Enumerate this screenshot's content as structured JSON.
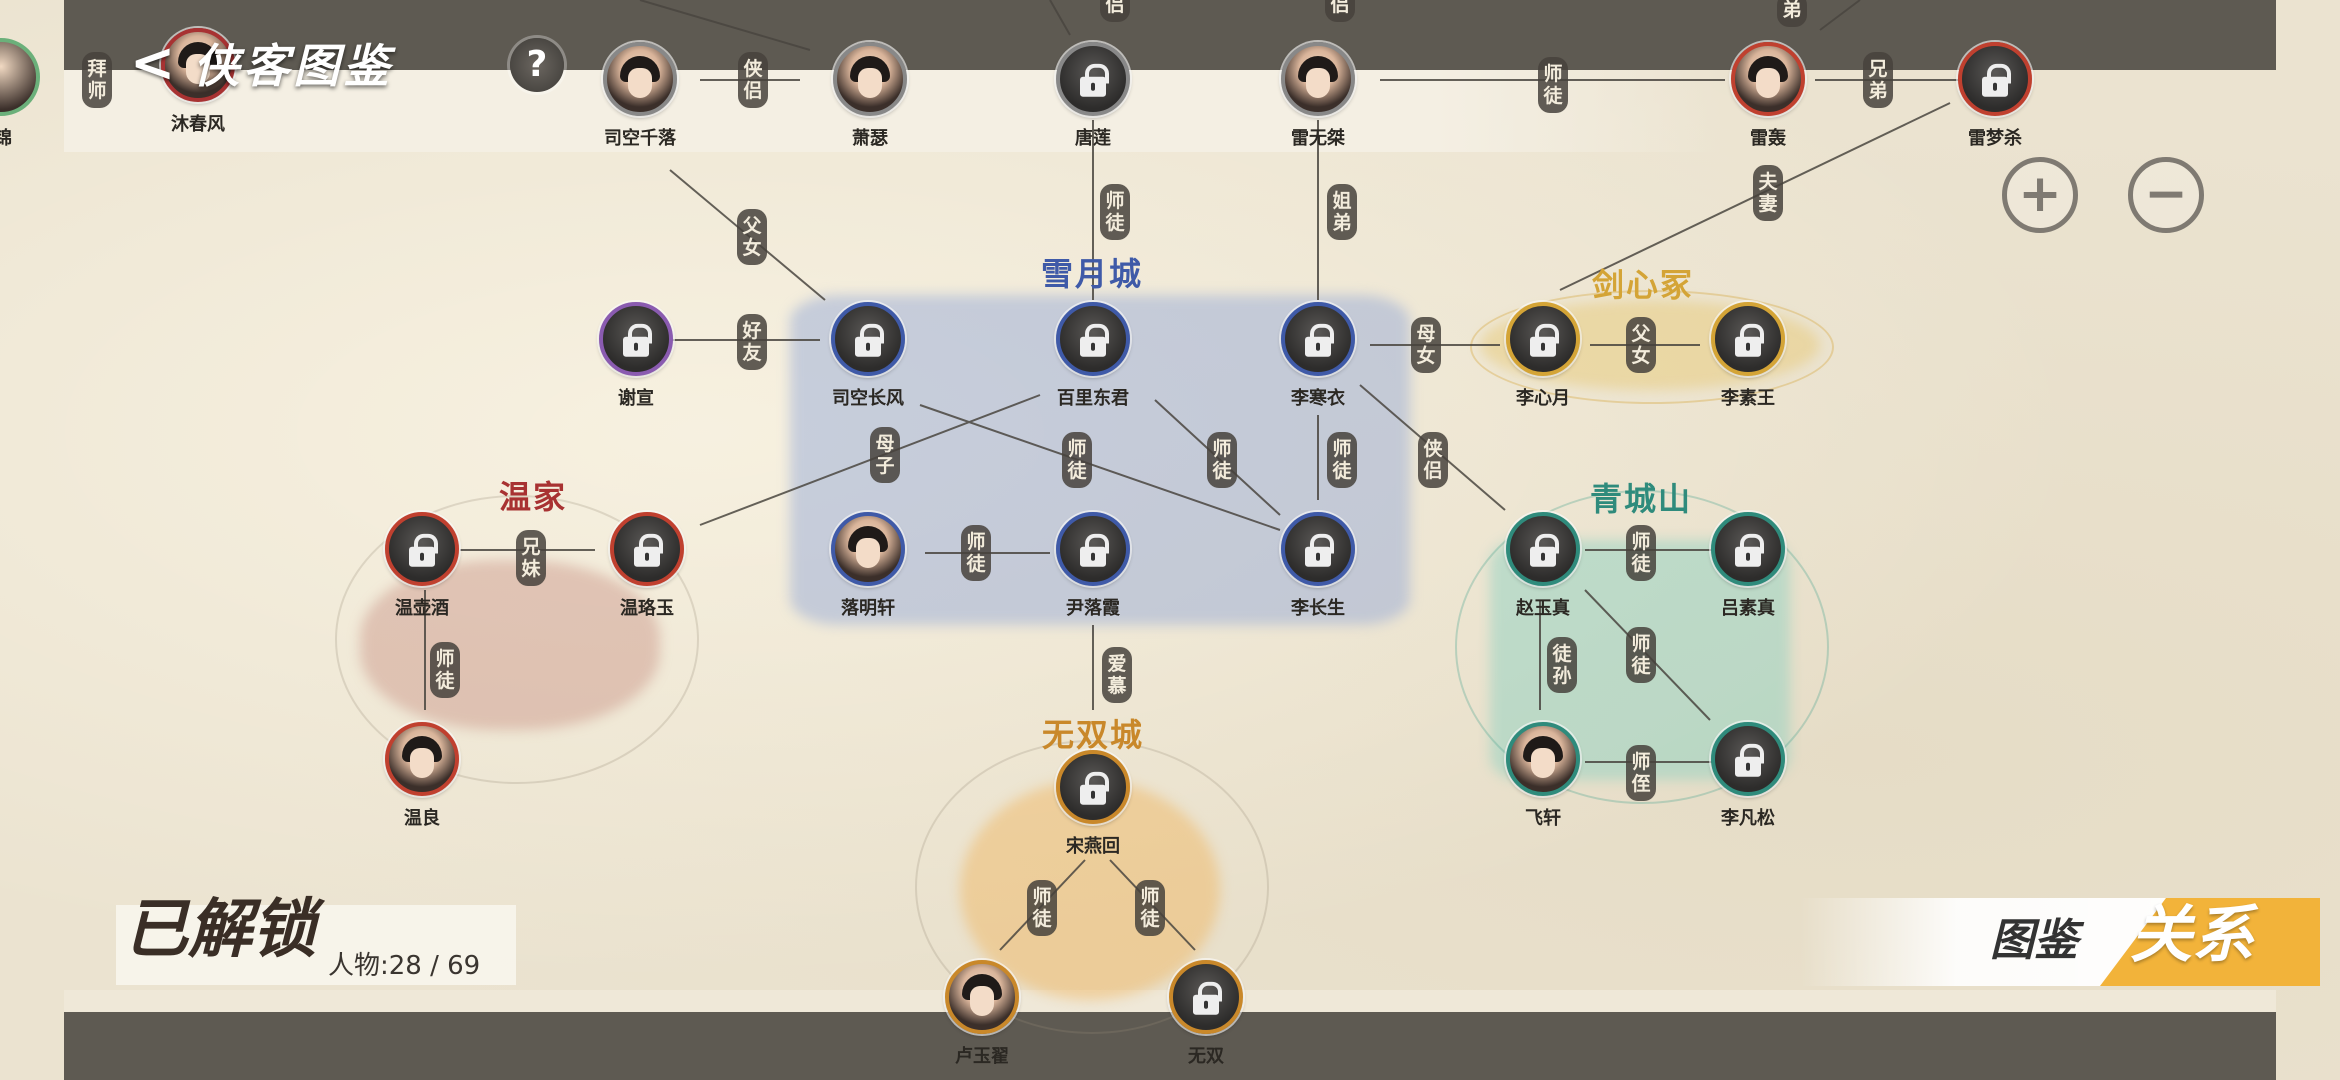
{
  "header": {
    "title": "侠客图鉴",
    "back_icon": "<",
    "help_label": "?"
  },
  "zoom": {
    "in_label": "+",
    "out_label": "−"
  },
  "counter": {
    "title": "已解锁",
    "label": "人物:28  /  69"
  },
  "tabs": {
    "gallery": "图鉴",
    "relations": "关系"
  },
  "groups": [
    {
      "id": "xueyue",
      "name": "雪月城",
      "color": "#3f5aa8"
    },
    {
      "id": "jianxin",
      "name": "剑心冢",
      "color": "#d4a436"
    },
    {
      "id": "wen",
      "name": "温家",
      "color": "#a83232"
    },
    {
      "id": "qingcheng",
      "name": "青城山",
      "color": "#2f8b7c"
    },
    {
      "id": "wushuang",
      "name": "无双城",
      "color": "#c9882a"
    }
  ],
  "characters": [
    {
      "id": "c1",
      "name": "沐春风",
      "locked": false,
      "border": "#a83232"
    },
    {
      "id": "c2",
      "name": "司空千落",
      "locked": false,
      "border": "#888888"
    },
    {
      "id": "c3",
      "name": "萧瑟",
      "locked": false,
      "border": "#888888"
    },
    {
      "id": "c4",
      "name": "唐莲",
      "locked": true,
      "border": "#888888"
    },
    {
      "id": "c5",
      "name": "雷无桀",
      "locked": false,
      "border": "#888888"
    },
    {
      "id": "c6",
      "name": "雷轰",
      "locked": false,
      "border": "#c0402f"
    },
    {
      "id": "c7",
      "name": "雷梦杀",
      "locked": true,
      "border": "#c0402f"
    },
    {
      "id": "c8",
      "name": "谢宣",
      "locked": true,
      "border": "#8a5bb0"
    },
    {
      "id": "c9",
      "name": "司空长风",
      "locked": true,
      "border": "#3f5aa8"
    },
    {
      "id": "c10",
      "name": "百里东君",
      "locked": true,
      "border": "#3f5aa8"
    },
    {
      "id": "c11",
      "name": "李寒衣",
      "locked": true,
      "border": "#3f5aa8"
    },
    {
      "id": "c12",
      "name": "李心月",
      "locked": true,
      "border": "#d4a436"
    },
    {
      "id": "c13",
      "name": "李素王",
      "locked": true,
      "border": "#d4a436"
    },
    {
      "id": "c14",
      "name": "温壶酒",
      "locked": true,
      "border": "#c0402f"
    },
    {
      "id": "c15",
      "name": "温珞玉",
      "locked": true,
      "border": "#c0402f"
    },
    {
      "id": "c16",
      "name": "落明轩",
      "locked": false,
      "border": "#3f5aa8"
    },
    {
      "id": "c17",
      "name": "尹落霞",
      "locked": true,
      "border": "#3f5aa8"
    },
    {
      "id": "c18",
      "name": "李长生",
      "locked": true,
      "border": "#3f5aa8"
    },
    {
      "id": "c19",
      "name": "赵玉真",
      "locked": true,
      "border": "#2f8b7c"
    },
    {
      "id": "c20",
      "name": "吕素真",
      "locked": true,
      "border": "#2f8b7c"
    },
    {
      "id": "c21",
      "name": "温良",
      "locked": false,
      "border": "#c0402f"
    },
    {
      "id": "c22",
      "name": "宋燕回",
      "locked": true,
      "border": "#c9882a"
    },
    {
      "id": "c23",
      "name": "飞轩",
      "locked": false,
      "border": "#2f8b7c"
    },
    {
      "id": "c24",
      "name": "李凡松",
      "locked": true,
      "border": "#2f8b7c"
    },
    {
      "id": "c25",
      "name": "卢玉翟",
      "locked": false,
      "border": "#c9882a"
    },
    {
      "id": "c26",
      "name": "无双",
      "locked": true,
      "border": "#c9882a"
    }
  ],
  "relations": [
    "拜师",
    "侠侣",
    "侣",
    "侣",
    "师徒",
    "兄弟",
    "夫妻",
    "父女",
    "师徒",
    "姐弟",
    "好友",
    "母女",
    "父女",
    "母子",
    "师徒",
    "师徒",
    "师徒",
    "侠侣",
    "兄妹",
    "师徒",
    "师徒",
    "爱慕",
    "师徒",
    "徒孙",
    "师徒",
    "师侄",
    "师徒",
    "师徒",
    "弟"
  ],
  "partials": {
    "left_name": "锦"
  }
}
